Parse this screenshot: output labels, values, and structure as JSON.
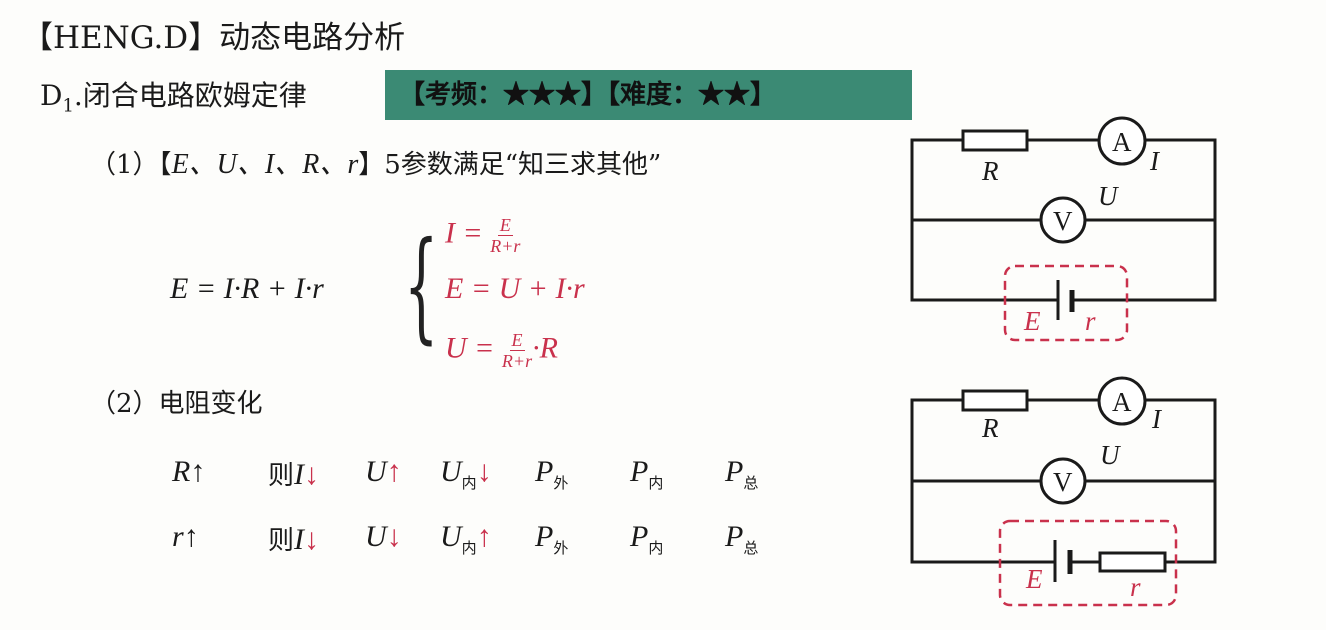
{
  "header": {
    "title": "【HENG.D】动态电路分析"
  },
  "section": {
    "prefix": "D",
    "prefix_sub": "1",
    "title": ".闭合电路欧姆定律",
    "tag": "【考频：★★★】【难度：★★】"
  },
  "item1": {
    "label": "（1）",
    "text_pre": "【",
    "params": "E、U、I、R、r",
    "text_post": "】5参数满足“知三求其他”"
  },
  "formulas": {
    "main": "E = I·R + I·r",
    "f1_lhs": "I =",
    "f1_num": "E",
    "f1_den": "R+r",
    "f2": "E = U + I·r",
    "f3_lhs": "U =",
    "f3_num": "E",
    "f3_den": "R+r",
    "f3_tail": "·R"
  },
  "item2": {
    "label": "（2）",
    "text": "电阻变化"
  },
  "table": {
    "rows": [
      {
        "cause": "R",
        "cause_arrow": "↑",
        "i_prefix": "则",
        "i": "I",
        "i_arrow": "↓",
        "u": "U",
        "u_arrow": "↑",
        "uin": "U",
        "uin_sub": "内",
        "uin_arrow": "↓",
        "pout": "P",
        "pout_sub": "外",
        "pin": "P",
        "pin_sub": "内",
        "ptot": "P",
        "ptot_sub": "总"
      },
      {
        "cause": "r",
        "cause_arrow": "↑",
        "i_prefix": "则",
        "i": "I",
        "i_arrow": "↓",
        "u": "U",
        "u_arrow": "↓",
        "uin": "U",
        "uin_sub": "内",
        "uin_arrow": "↑",
        "pout": "P",
        "pout_sub": "外",
        "pin": "P",
        "pin_sub": "内",
        "ptot": "P",
        "ptot_sub": "总"
      }
    ]
  },
  "circuits": [
    {
      "R": "R",
      "A": "A",
      "I": "I",
      "V": "V",
      "U": "U",
      "E": "E",
      "r": "r"
    },
    {
      "R": "R",
      "A": "A",
      "I": "I",
      "V": "V",
      "U": "U",
      "E": "E",
      "r": "r"
    }
  ],
  "colors": {
    "accent_red": "#c9314c",
    "tag_bg": "#3b8a74"
  }
}
